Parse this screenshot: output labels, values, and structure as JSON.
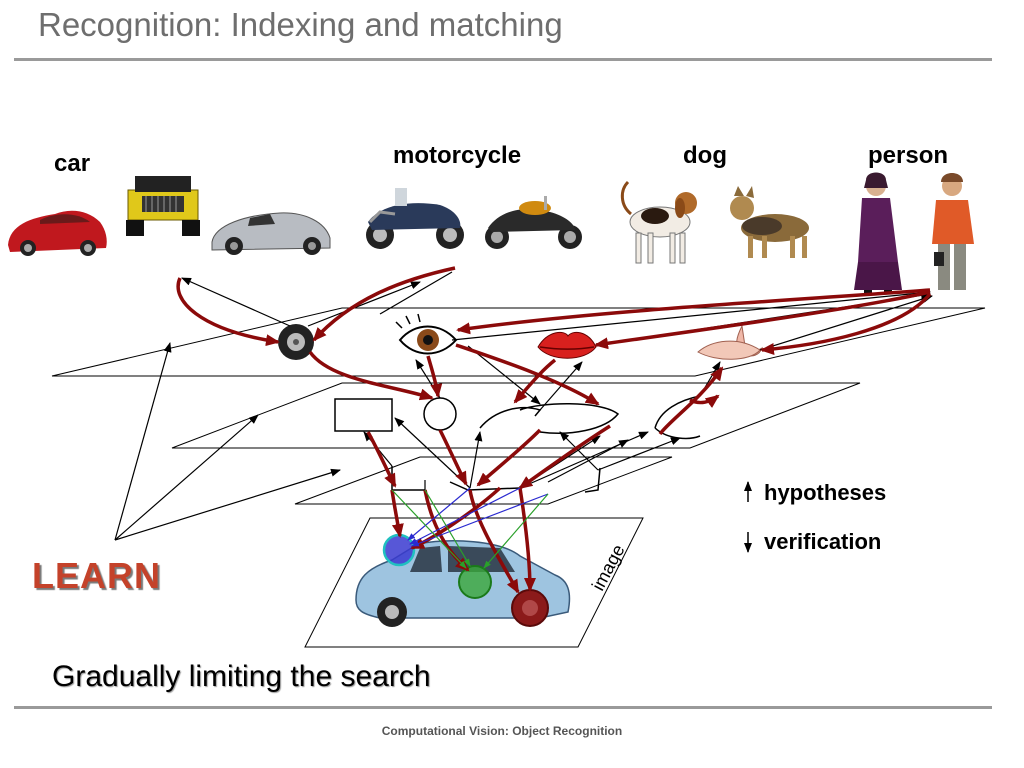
{
  "slide": {
    "title": "Recognition: Indexing and matching",
    "footer": "Computational Vision: Object Recognition",
    "subtitle": "Gradually limiting the search",
    "learn_label": "LEARN",
    "image_label": "image"
  },
  "categories": [
    {
      "label": "car"
    },
    {
      "label": "motorcycle"
    },
    {
      "label": "dog"
    },
    {
      "label": "person"
    }
  ],
  "legend": {
    "hypotheses": "hypotheses",
    "verification": "verification"
  },
  "colors": {
    "title": "#6e6e6e",
    "rules": "#9a9a9a",
    "arrow_dark_red": "#8b0a0a",
    "learn_red": "#c4422a",
    "blue": "#2a2ad0",
    "green": "#2aa02a",
    "car_blue": "#9ec4e0"
  }
}
